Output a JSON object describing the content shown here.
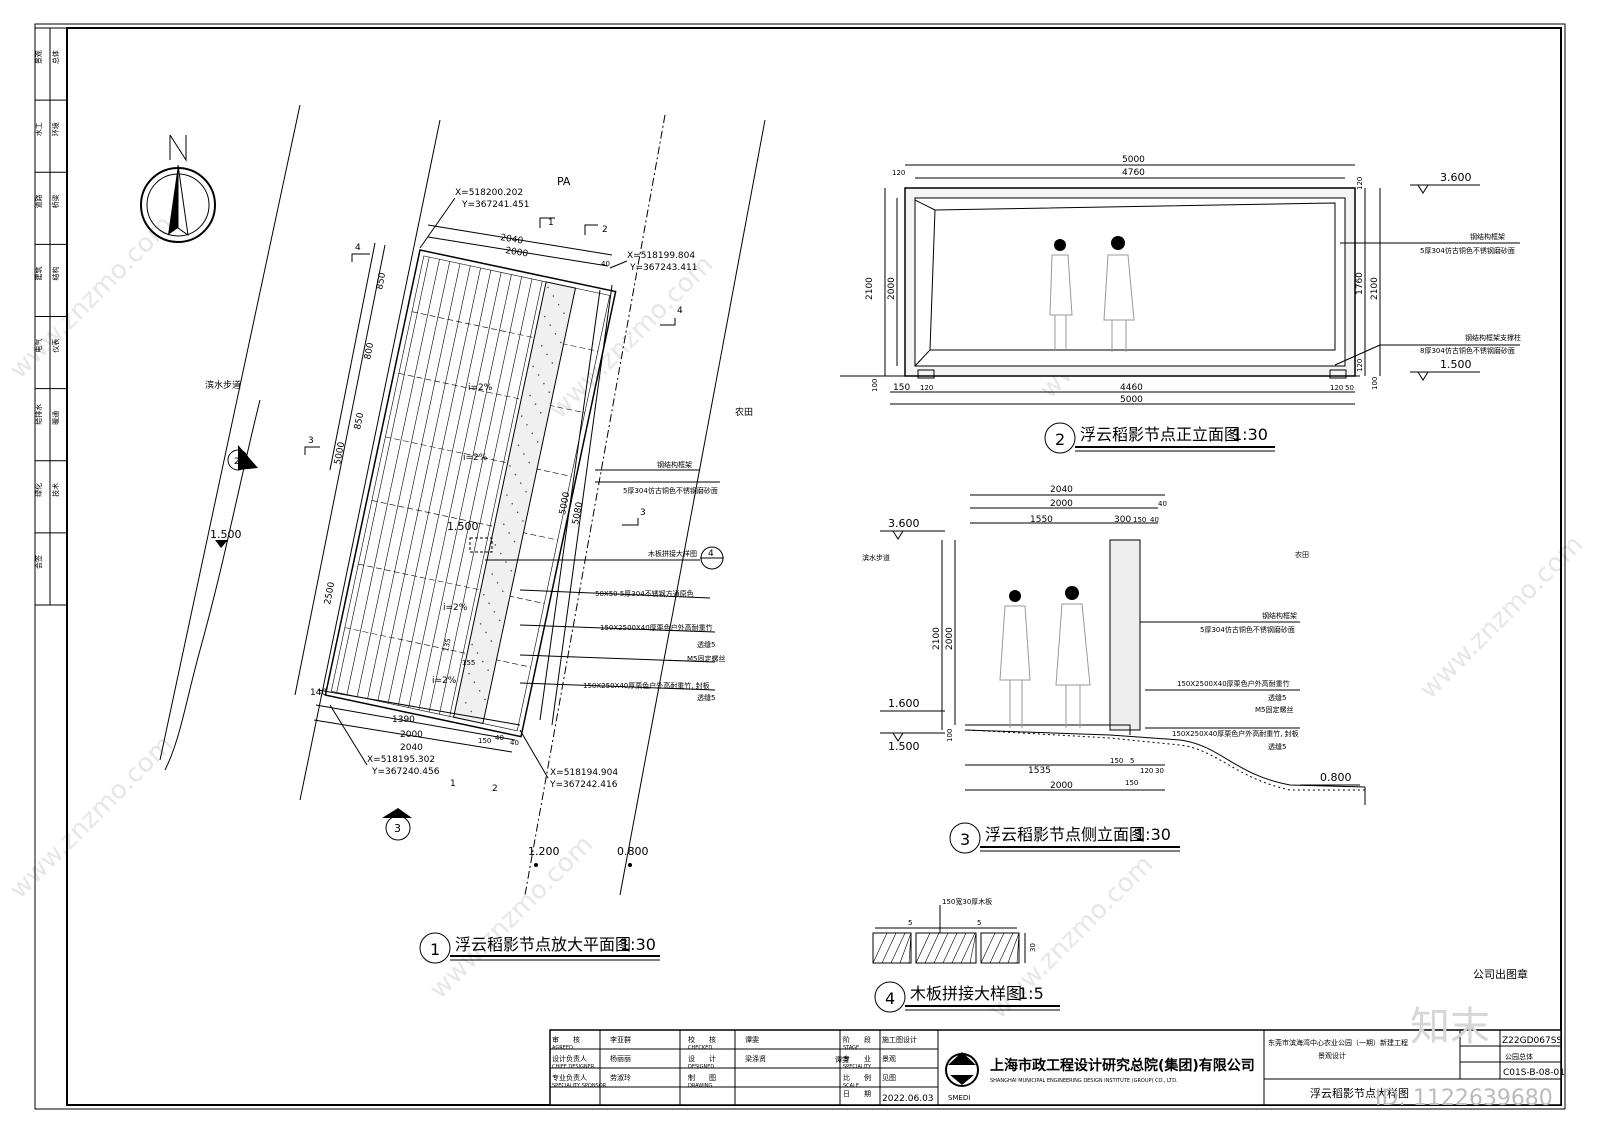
{
  "drawing": {
    "views": {
      "plan": {
        "num": "1",
        "title": "浮云稻影节点放大平面图",
        "scale": "1:30"
      },
      "front": {
        "num": "2",
        "title": "浮云稻影节点正立面图",
        "scale": "1:30"
      },
      "side": {
        "num": "3",
        "title": "浮云稻影节点侧立面图",
        "scale": "1:30"
      },
      "detail": {
        "num": "4",
        "title": "木板拼接大样图",
        "scale": "1:5"
      }
    },
    "plan": {
      "pa": "PA",
      "path": "滨水步道",
      "field": "农田",
      "coords": [
        "X=518200.202",
        "Y=367241.451",
        "X=518199.804",
        "Y=367243.411",
        "X=518195.302",
        "Y=367240.456",
        "X=518194.904",
        "Y=367242.416"
      ],
      "dims_top": [
        "2040",
        "2000",
        "40"
      ],
      "dims_left": [
        "850",
        "800",
        "850",
        "5000",
        "2500"
      ],
      "dims_right": [
        "5000",
        "5080"
      ],
      "dims_bottom": [
        "140",
        "1390",
        "2000",
        "2040",
        "150",
        "40",
        "40"
      ],
      "dims_small": [
        "135",
        "155"
      ],
      "slopes": [
        "i=2%",
        "i=2%",
        "i=2%",
        "i=2%"
      ],
      "elev": [
        "1.500",
        "1.500",
        "1.200",
        "0.800"
      ],
      "sections": [
        "1",
        "2",
        "3",
        "4"
      ],
      "labels": [
        "钢结构框架",
        "5厚304仿古铜色不锈钢磨砂面",
        "木板拼接大样图",
        "50X50  5厚304不锈钢方通原色",
        "150X2500X40厚栗色户外高耐重竹",
        "透缝5",
        "M5固定螺丝",
        "150X250X40厚栗色户外高耐重竹, 封板",
        "透缝5"
      ]
    },
    "front": {
      "dims_top": [
        "5000",
        "4760",
        "120"
      ],
      "dims_bottom": [
        "150",
        "120",
        "4460",
        "120",
        "50",
        "5000"
      ],
      "dims_left": [
        "2100",
        "2000",
        "100"
      ],
      "dims_right": [
        "120",
        "1760",
        "120",
        "2100",
        "100"
      ],
      "elev": [
        "3.600",
        "1.500"
      ],
      "labels": [
        "钢结构框架",
        "5厚304仿古铜色不锈钢磨砂面",
        "钢结构框架支撑柱",
        "8厚304仿古铜色不锈钢磨砂面"
      ]
    },
    "side": {
      "dims_top": [
        "2040",
        "2000",
        "40",
        "1550",
        "300",
        "150",
        "40"
      ],
      "dims_left": [
        "2100",
        "2000",
        "100"
      ],
      "dims_bottom": [
        "1535",
        "150",
        "5",
        "120",
        "30",
        "2000",
        "150"
      ],
      "elev": [
        "3.600",
        "1.600",
        "1.500",
        "0.800"
      ],
      "path": "滨水步道",
      "field": "农田",
      "labels": [
        "钢结构框架",
        "5厚304仿古铜色不锈钢磨砂面",
        "150X2500X40厚栗色户外高耐重竹",
        "透缝5",
        "M5固定螺丝",
        "150X250X40厚栗色户外高耐重竹, 封板",
        "透缝5"
      ]
    },
    "detail": {
      "label": "150宽30厚木板",
      "dims": [
        "5",
        "5",
        "30"
      ]
    },
    "stamp": {
      "company_seal": "公司出图章"
    },
    "title_block": {
      "rows": [
        {
          "a": "审　　核",
          "a_en": "AGREED",
          "b": "李亚群",
          "c": "校　　核",
          "c_en": "CHECKED",
          "d": "谭雯",
          "e": "阶　　段",
          "e_en": "STAGE",
          "f": "施工图设计"
        },
        {
          "a": "设计负责人",
          "a_en": "CHIEF DESIGNER",
          "b": "杨丽丽",
          "c": "设　　计",
          "c_en": "DESIGNED",
          "d": "梁涤贤",
          "e": "专　　业",
          "e_en": "SPECIALITY",
          "f": "景观"
        },
        {
          "a": "专业负责人",
          "a_en": "SPECIALITY SPONSOR",
          "b": "劳淑玲",
          "c": "制　　图",
          "c_en": "DRAWING",
          "d": "",
          "e": "比　　例",
          "e_en": "SCALE",
          "f": "见图"
        }
      ],
      "checked2": "谭雯",
      "date_label": "日　　期",
      "date": "2022.06.03",
      "company": "上海市政工程设计研究总院(集团)有限公司",
      "company_en": "SHANGHAI MUNICIPAL ENGINEERING DESIGN INSTITUTE (GROUP) CO., LTD.",
      "logo_text": "SMEDI",
      "project": "东莞市滨海湾中心农业公园（一期）新建工程",
      "project2": "景观设计",
      "project_no": "Z22GD067SS",
      "sub_item": "公园总体",
      "drawing_title": "浮云稻影节点大样图",
      "drawing_no": "C01S-B-08-01"
    },
    "left_strip": [
      "景观",
      "总体",
      "水工",
      "环境",
      "道路",
      "桥梁",
      "建筑",
      "结构",
      "电气",
      "仪表",
      "给排水",
      "暖通",
      "绿化",
      "技术",
      "会签"
    ],
    "watermark": "www.znzmo.com",
    "id": "ID: 1122639680",
    "brand": "知末"
  }
}
